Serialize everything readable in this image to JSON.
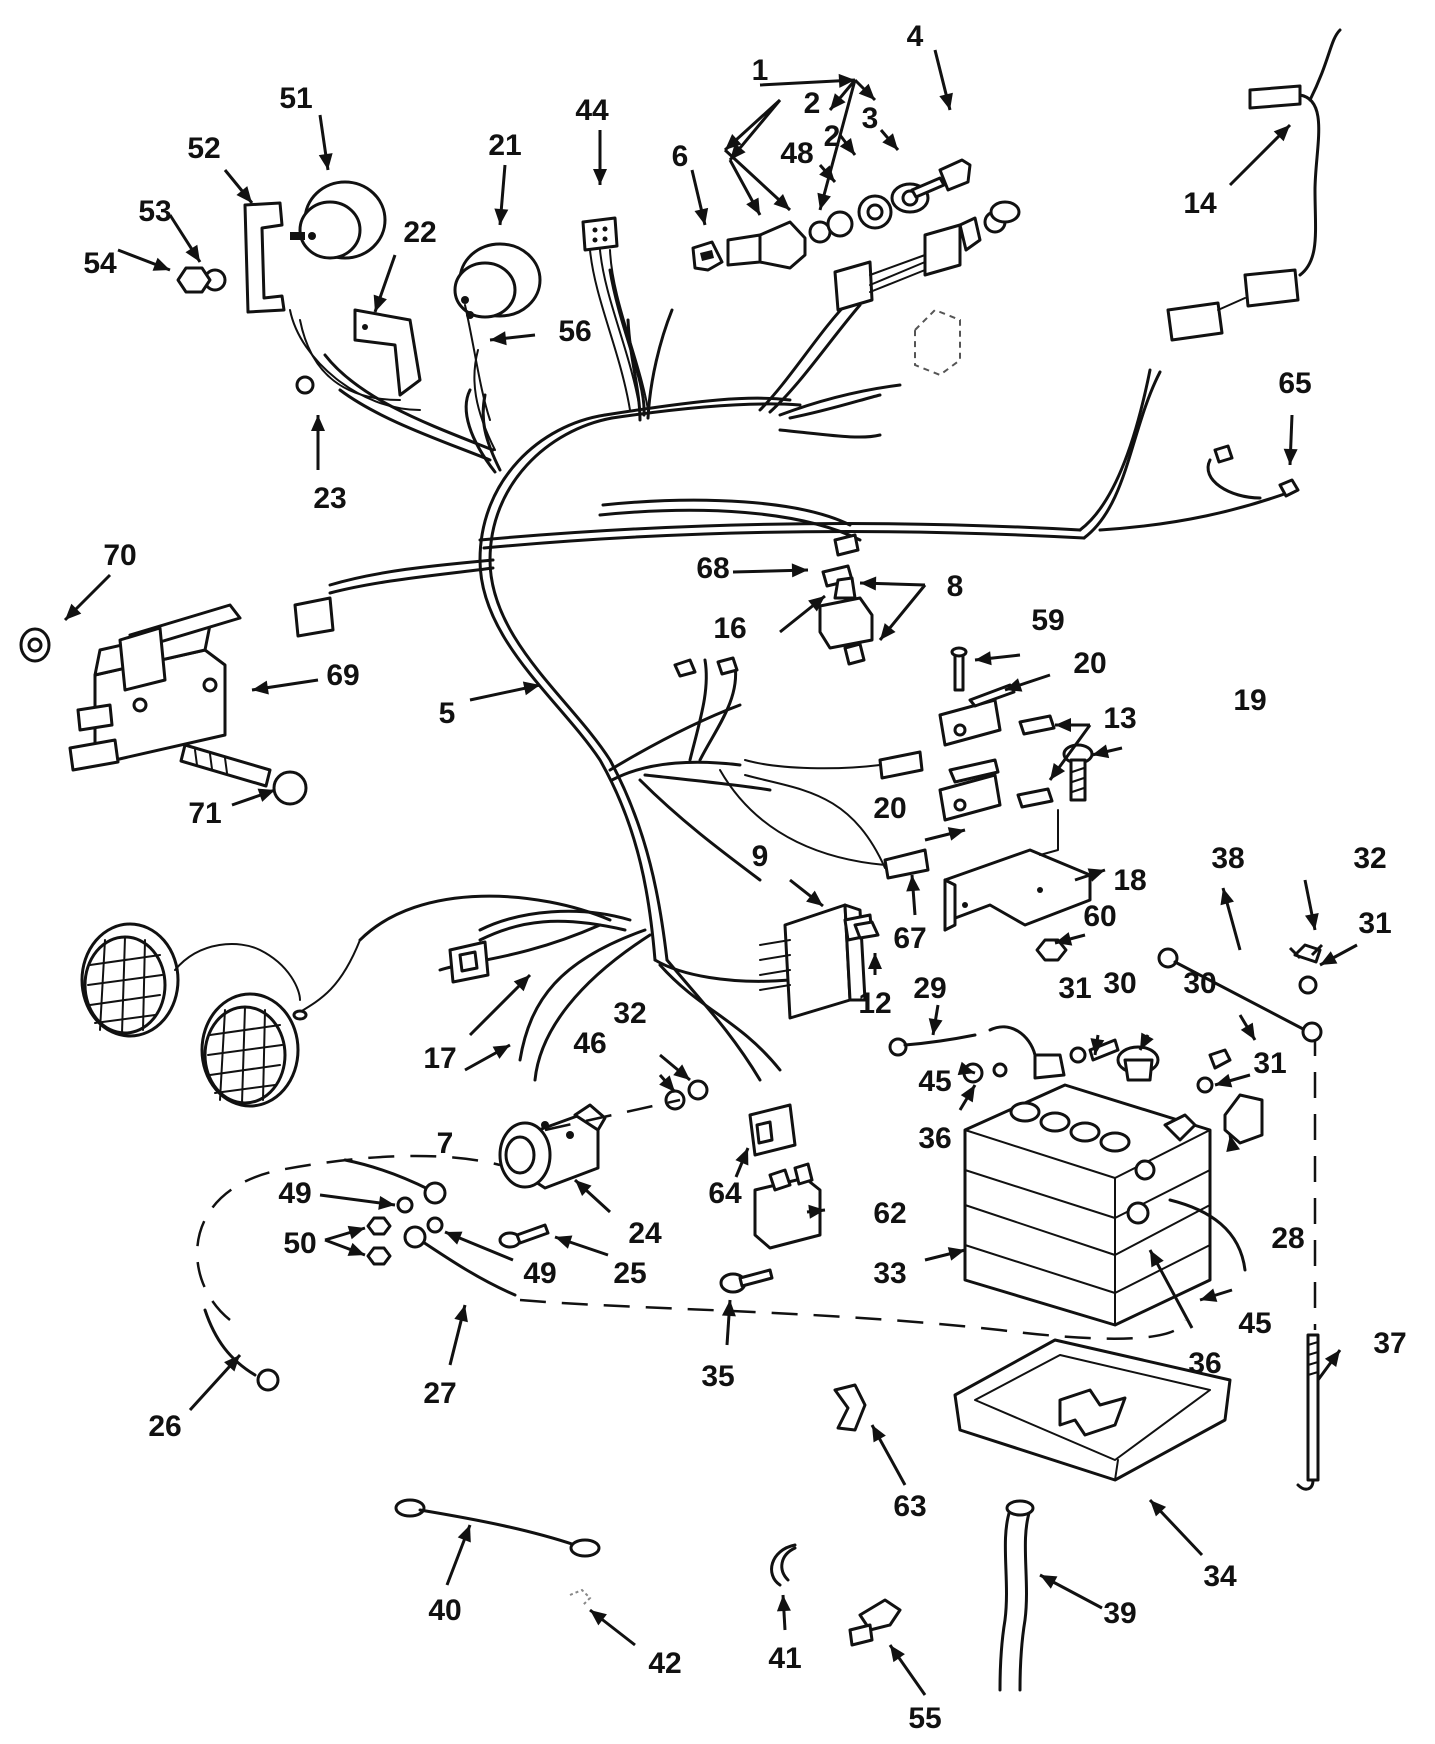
{
  "callouts": [
    {
      "id": "c1",
      "text": "1"
    },
    {
      "id": "c2a",
      "text": "2"
    },
    {
      "id": "c2b",
      "text": "2"
    },
    {
      "id": "c3",
      "text": "3"
    },
    {
      "id": "c4",
      "text": "4"
    },
    {
      "id": "c48",
      "text": "48"
    },
    {
      "id": "c6",
      "text": "6"
    },
    {
      "id": "c44",
      "text": "44"
    },
    {
      "id": "c14",
      "text": "14"
    },
    {
      "id": "c51",
      "text": "51"
    },
    {
      "id": "c21",
      "text": "21"
    },
    {
      "id": "c52",
      "text": "52"
    },
    {
      "id": "c53",
      "text": "53"
    },
    {
      "id": "c54",
      "text": "54"
    },
    {
      "id": "c22",
      "text": "22"
    },
    {
      "id": "c56",
      "text": "56"
    },
    {
      "id": "c23",
      "text": "23"
    },
    {
      "id": "c65",
      "text": "65"
    },
    {
      "id": "c70",
      "text": "70"
    },
    {
      "id": "c69",
      "text": "69"
    },
    {
      "id": "c71",
      "text": "71"
    },
    {
      "id": "c68",
      "text": "68"
    },
    {
      "id": "c8",
      "text": "8"
    },
    {
      "id": "c16",
      "text": "16"
    },
    {
      "id": "c59",
      "text": "59"
    },
    {
      "id": "c20a",
      "text": "20"
    },
    {
      "id": "c20b",
      "text": "20"
    },
    {
      "id": "c5",
      "text": "5"
    },
    {
      "id": "c13",
      "text": "13"
    },
    {
      "id": "c19",
      "text": "19"
    },
    {
      "id": "c18",
      "text": "18"
    },
    {
      "id": "c67",
      "text": "67"
    },
    {
      "id": "c9",
      "text": "9"
    },
    {
      "id": "c12",
      "text": "12"
    },
    {
      "id": "c38",
      "text": "38"
    },
    {
      "id": "c32a",
      "text": "32"
    },
    {
      "id": "c31a",
      "text": "31"
    },
    {
      "id": "c60",
      "text": "60"
    },
    {
      "id": "c17",
      "text": "17"
    },
    {
      "id": "c29",
      "text": "29"
    },
    {
      "id": "c31b",
      "text": "31"
    },
    {
      "id": "c30a",
      "text": "30"
    },
    {
      "id": "c30b",
      "text": "30"
    },
    {
      "id": "c31c",
      "text": "31"
    },
    {
      "id": "c32b",
      "text": "32"
    },
    {
      "id": "c46",
      "text": "46"
    },
    {
      "id": "c45a",
      "text": "45"
    },
    {
      "id": "c36a",
      "text": "36"
    },
    {
      "id": "c7",
      "text": "7"
    },
    {
      "id": "c49a",
      "text": "49"
    },
    {
      "id": "c24",
      "text": "24"
    },
    {
      "id": "c62",
      "text": "62"
    },
    {
      "id": "c64",
      "text": "64"
    },
    {
      "id": "c50",
      "text": "50"
    },
    {
      "id": "c49b",
      "text": "49"
    },
    {
      "id": "c25",
      "text": "25"
    },
    {
      "id": "c28",
      "text": "28"
    },
    {
      "id": "c33",
      "text": "33"
    },
    {
      "id": "c45b",
      "text": "45"
    },
    {
      "id": "c36b",
      "text": "36"
    },
    {
      "id": "c37",
      "text": "37"
    },
    {
      "id": "c27",
      "text": "27"
    },
    {
      "id": "c35",
      "text": "35"
    },
    {
      "id": "c26",
      "text": "26"
    },
    {
      "id": "c63",
      "text": "63"
    },
    {
      "id": "c34",
      "text": "34"
    },
    {
      "id": "c40",
      "text": "40"
    },
    {
      "id": "c42",
      "text": "42"
    },
    {
      "id": "c41",
      "text": "41"
    },
    {
      "id": "c39",
      "text": "39"
    },
    {
      "id": "c55",
      "text": "55"
    }
  ]
}
